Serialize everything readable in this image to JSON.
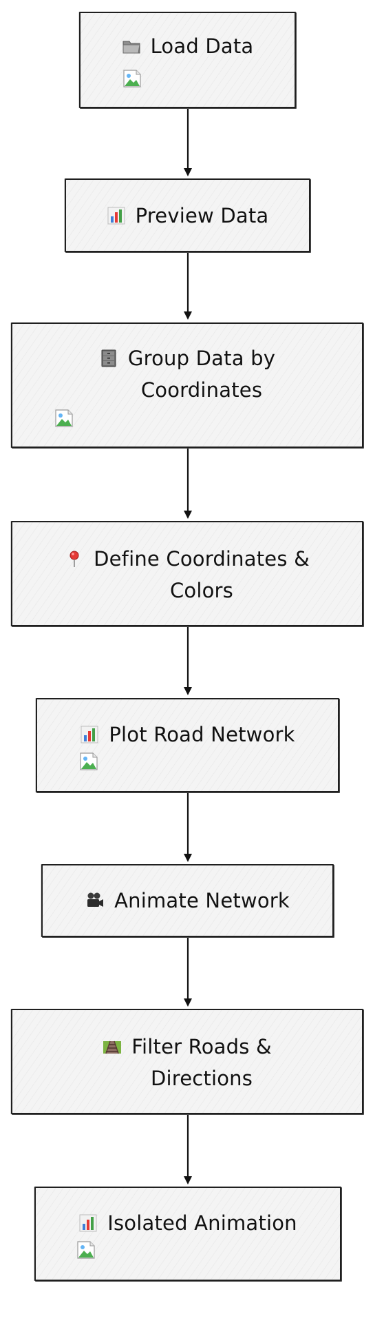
{
  "diagram": {
    "steps": [
      {
        "id": "load",
        "label": "Load Data",
        "icon": "folder-icon",
        "has_image": true
      },
      {
        "id": "preview",
        "label": "Preview Data",
        "icon": "bar-chart-icon",
        "has_image": false
      },
      {
        "id": "group",
        "label": "Group Data by\nCoordinates",
        "icon": "file-cabinet-icon",
        "has_image": true
      },
      {
        "id": "define",
        "label": "Define Coordinates &\nColors",
        "icon": "pushpin-icon",
        "has_image": false
      },
      {
        "id": "plot",
        "label": "Plot Road Network",
        "icon": "bar-chart-icon",
        "has_image": true
      },
      {
        "id": "animate",
        "label": "Animate Network",
        "icon": "movie-camera-icon",
        "has_image": false
      },
      {
        "id": "filter",
        "label": "Filter Roads &\nDirections",
        "icon": "railway-track-icon",
        "has_image": false
      },
      {
        "id": "isolated",
        "label": "Isolated Animation",
        "icon": "bar-chart-icon",
        "has_image": true
      }
    ],
    "edges": [
      [
        "load",
        "preview"
      ],
      [
        "preview",
        "group"
      ],
      [
        "group",
        "define"
      ],
      [
        "define",
        "plot"
      ],
      [
        "plot",
        "animate"
      ],
      [
        "animate",
        "filter"
      ],
      [
        "filter",
        "isolated"
      ]
    ],
    "colors": {
      "node_fill": "#f4f4f4",
      "node_stroke": "#1f1f1f",
      "arrow": "#111111",
      "text": "#111111"
    }
  }
}
